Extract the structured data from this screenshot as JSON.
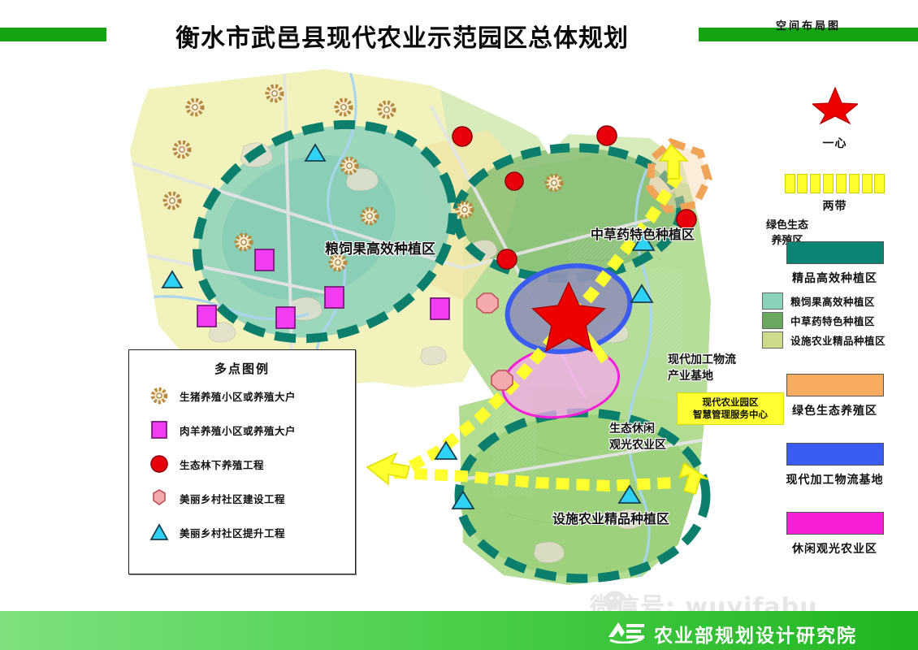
{
  "header": {
    "title": "衡水市武邑县现代农业示范园区总体规划",
    "subtitle": "空间布局图",
    "bar_color": "#13a313"
  },
  "map": {
    "zone_labels": {
      "grain": "粮饲果高效种植区",
      "herb": "中草药特色种植区",
      "eco_breeding_line1": "绿色生态",
      "eco_breeding_line2": "养殖区",
      "processing_line1": "现代加工物流",
      "processing_line2": "产业基地",
      "leisure_line1": "生态休闲",
      "leisure_line2": "观光农业区",
      "facility": "设施农业精品种植区"
    },
    "callout": {
      "line1": "现代农业园区",
      "line2": "智慧管理服务中心",
      "fill": "#ffff33"
    }
  },
  "point_legend": {
    "title": "多点图例",
    "items": [
      {
        "icon": "gear-circle-icon",
        "label": "生猪养殖小区或养殖大户",
        "color": "#c79a52"
      },
      {
        "icon": "magenta-square-icon",
        "label": "肉羊养殖小区或养殖大户",
        "color": "#f13cf1"
      },
      {
        "icon": "red-circle-icon",
        "label": "生态林下养殖工程",
        "color": "#e8000d"
      },
      {
        "icon": "pink-octagon-icon",
        "label": "美丽乡村社区建设工程",
        "color": "#f4a9ad"
      },
      {
        "icon": "cyan-triangle-icon",
        "label": "美丽乡村社区提升工程",
        "color": "#2fd2f5"
      }
    ]
  },
  "legend": {
    "one_center": {
      "icon": "red-star-icon",
      "label": "一心",
      "color": "#ee0000"
    },
    "two_belts": {
      "icon": "yellow-dash-band-icon",
      "label": "两带",
      "color": "#ffff2e"
    },
    "premium_zone": {
      "label": "精品高效种植区",
      "color": "#0a8574"
    },
    "sub_zones": [
      {
        "label": "粮饲果高效种植区",
        "color": "#8ad3b8"
      },
      {
        "label": "中草药特色种植区",
        "color": "#6aa860"
      },
      {
        "label": "设施农业精品种植区",
        "color": "#cfd98a"
      }
    ],
    "eco_breeding": {
      "label": "绿色生态养殖区",
      "color": "#f7ab5e"
    },
    "processing_base": {
      "label": "现代加工物流基地",
      "color": "#3b5cf0"
    },
    "leisure_zone": {
      "label": "休闲观光农业区",
      "color": "#f720d8"
    }
  },
  "footer": {
    "watermark": "微信号: wuyifabu",
    "institute": "农业部规划设计研究院"
  }
}
